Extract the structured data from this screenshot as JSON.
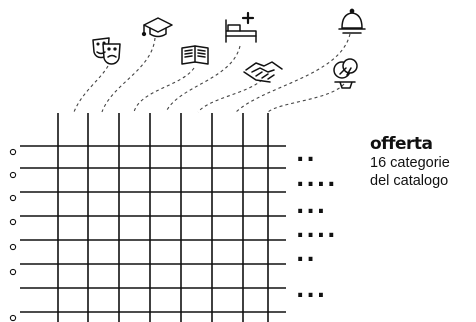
{
  "caption": {
    "title": "offerta",
    "line1": "16 categorie",
    "line2": "del catalogo"
  },
  "dots": {
    "row1": "..",
    "row2": "....",
    "row3": "...",
    "row4": "....",
    "row5": "..",
    "row6": "..."
  },
  "icons": [
    "theatre-masks-icon",
    "graduation-cap-icon",
    "open-book-icon",
    "hospital-bed-icon",
    "handshake-icon",
    "food-dome-icon",
    "plant-pot-icon"
  ],
  "colors": {
    "ink": "#111111",
    "dashed": "#444444",
    "background": "#ffffff"
  }
}
